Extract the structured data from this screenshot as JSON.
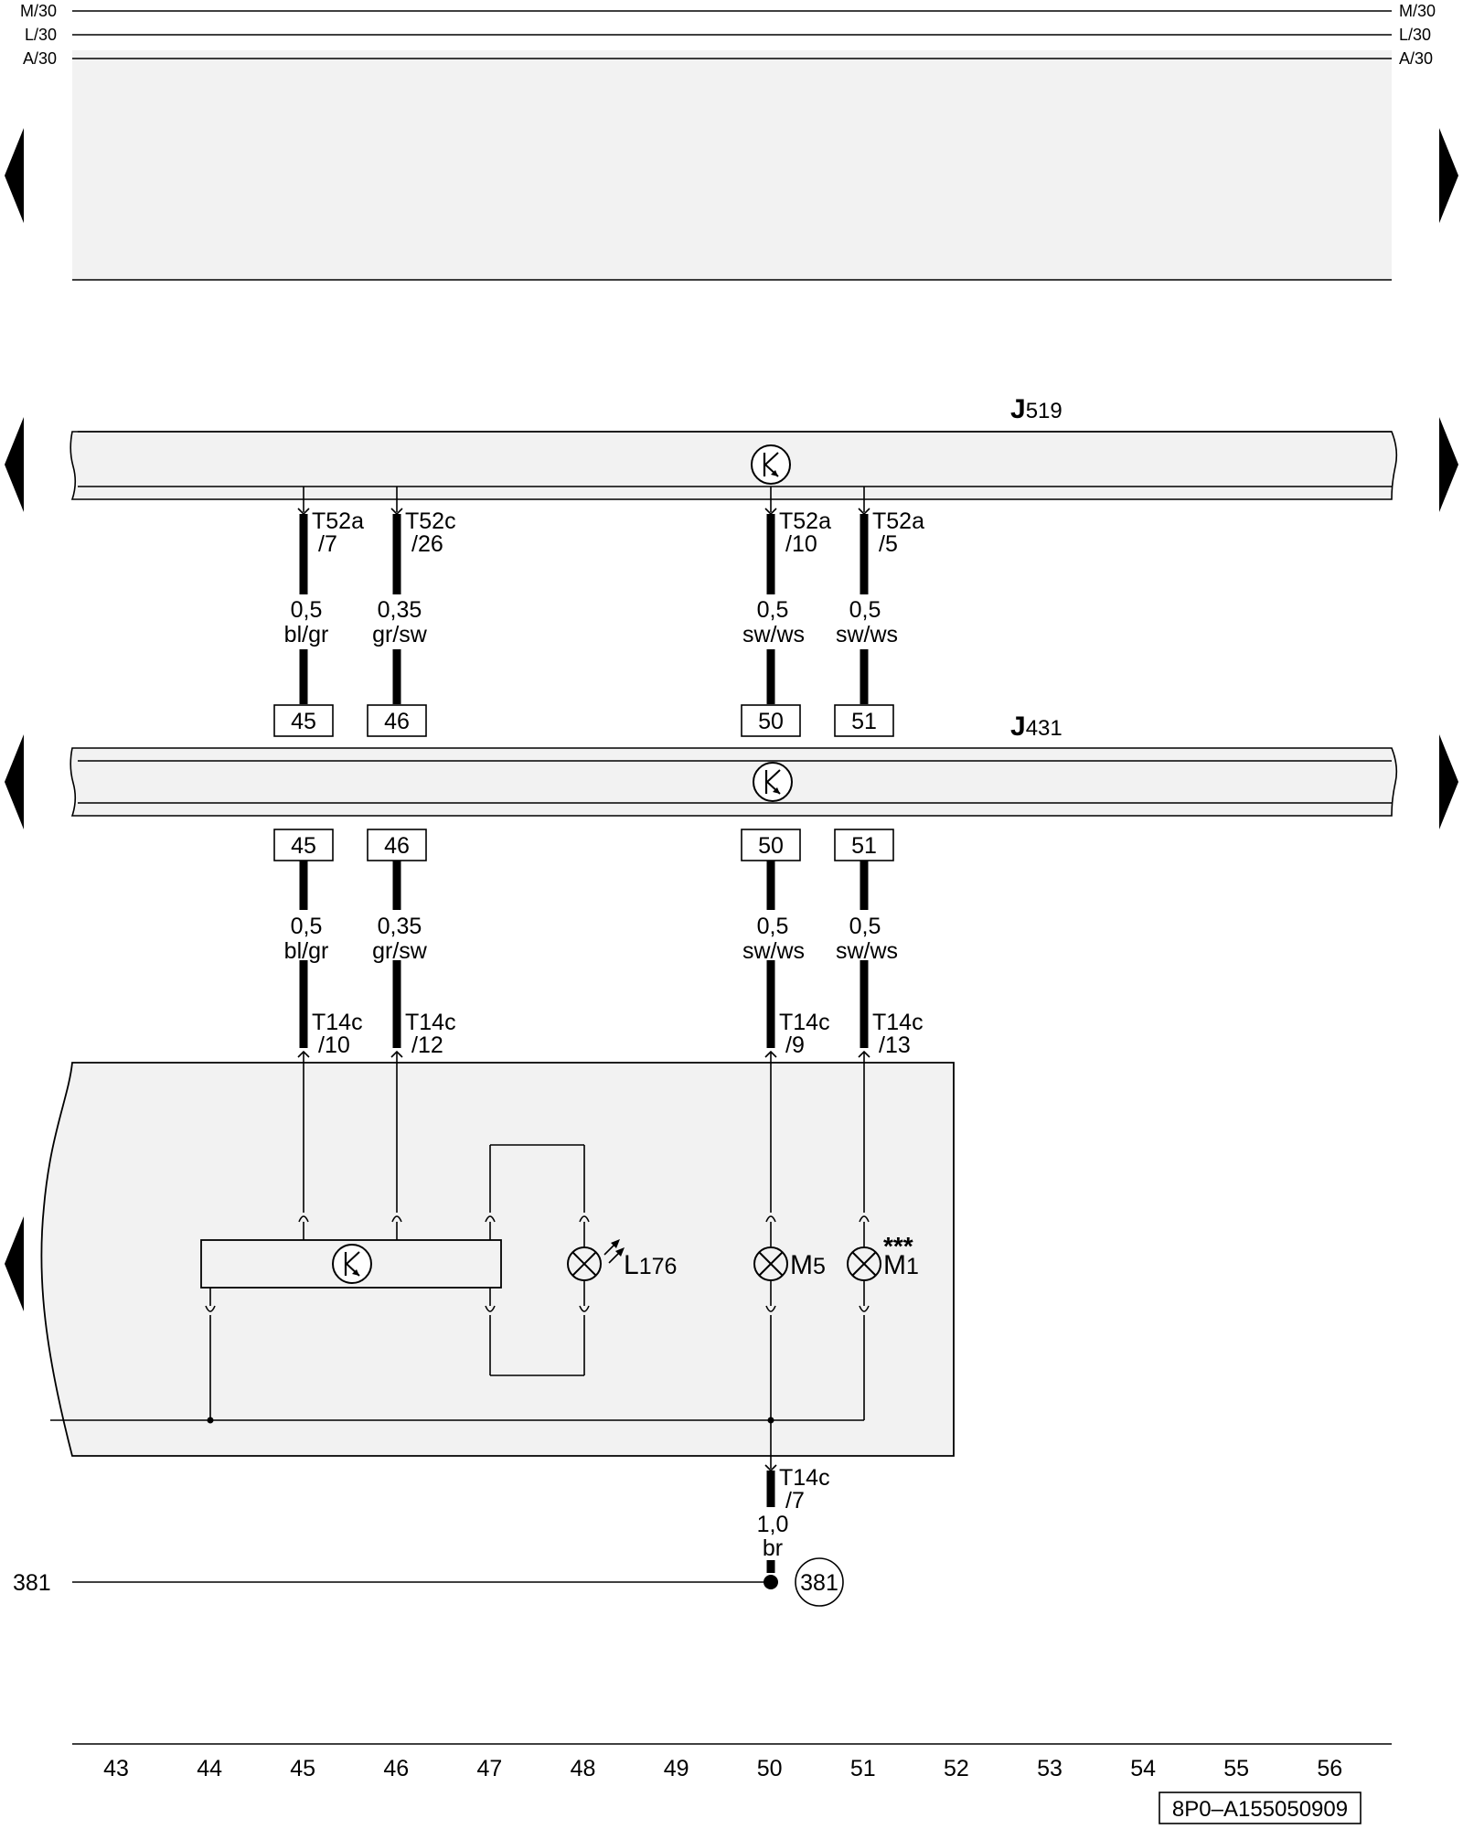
{
  "rails": {
    "top": "M/30",
    "mid": "L/30",
    "bottom": "A/30"
  },
  "modules": {
    "j519": {
      "letter": "J",
      "num": "519"
    },
    "j431": {
      "letter": "J",
      "num": "431"
    }
  },
  "wires_upper": [
    {
      "conn": "T52a",
      "pin": "/7",
      "cross": "0,5",
      "color": "bl/gr",
      "box": "45"
    },
    {
      "conn": "T52c",
      "pin": "/26",
      "cross": "0,35",
      "color": "gr/sw",
      "box": "46"
    },
    {
      "conn": "T52a",
      "pin": "/10",
      "cross": "0,5",
      "color": "sw/ws",
      "box": "50"
    },
    {
      "conn": "T52a",
      "pin": "/5",
      "cross": "0,5",
      "color": "sw/ws",
      "box": "51"
    }
  ],
  "wires_lower": [
    {
      "box": "45",
      "cross": "0,5",
      "color": "bl/gr",
      "conn": "T14c",
      "pin": "/10"
    },
    {
      "box": "46",
      "cross": "0,35",
      "color": "gr/sw",
      "conn": "T14c",
      "pin": "/12"
    },
    {
      "box": "50",
      "cross": "0,5",
      "color": "sw/ws",
      "conn": "T14c",
      "pin": "/9"
    },
    {
      "box": "51",
      "cross": "0,5",
      "color": "sw/ws",
      "conn": "T14c",
      "pin": "/13"
    }
  ],
  "components": {
    "l176": {
      "letter": "L",
      "num": "176"
    },
    "m5": {
      "letter": "M",
      "num": "5"
    },
    "m1": {
      "letter": "M",
      "num": "1",
      "note": "***"
    }
  },
  "ground": {
    "conn": "T14c",
    "pin": "/7",
    "cross": "1,0",
    "color": "br",
    "left_label": "381",
    "circle_label": "381"
  },
  "scale": [
    "43",
    "44",
    "45",
    "46",
    "47",
    "48",
    "49",
    "50",
    "51",
    "52",
    "53",
    "54",
    "55",
    "56"
  ],
  "doc_id": "8P0–A155050909"
}
